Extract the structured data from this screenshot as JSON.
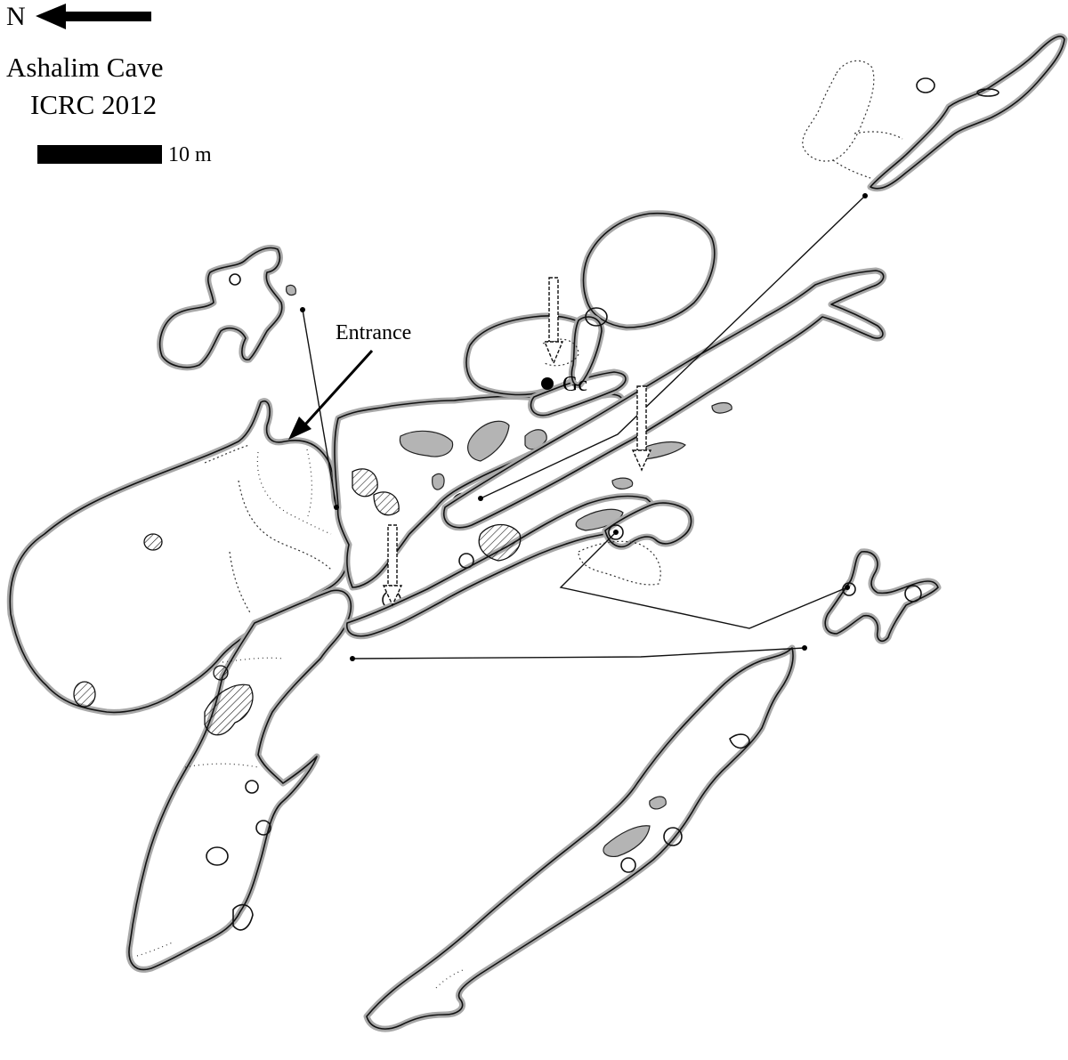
{
  "title": {
    "line1": "Ashalim Cave",
    "line2": "ICRC 2012"
  },
  "north_arrow": {
    "letter": "N",
    "icon": "left-arrow-icon"
  },
  "scale_bar": {
    "label": "10 m"
  },
  "labels": {
    "entrance": "Entrance",
    "gc": "Gc"
  },
  "colors": {
    "wall_outline": "#a8a8a8",
    "ink": "#111111",
    "pool_fill": "#b4b4b4",
    "background": "#ffffff"
  },
  "symbols": {
    "pit_arrows": 3,
    "survey_lines": "thin leader lines linking detached passage sections"
  }
}
